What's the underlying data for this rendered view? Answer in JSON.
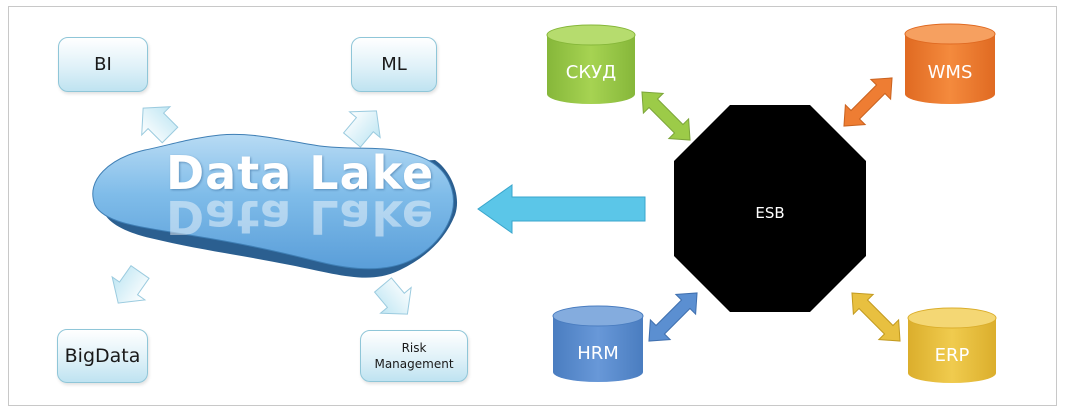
{
  "diagram": {
    "lake": {
      "title": "Data Lake"
    },
    "outputs": {
      "bi": "BI",
      "ml": "ML",
      "bigdata": "BigData",
      "risk_line1": "Risk",
      "risk_line2": "Management"
    },
    "hub": {
      "label": "ESB"
    },
    "sources": {
      "skud": {
        "label": "СКУД",
        "color": "#9ccb48"
      },
      "wms": {
        "label": "WMS",
        "color": "#ee7d33"
      },
      "hrm": {
        "label": "HRM",
        "color": "#5b8fd1"
      },
      "erp": {
        "label": "ERP",
        "color": "#e8c040"
      }
    },
    "colors": {
      "lake": "#7fbce9",
      "lake_edge": "#2b5f90",
      "arrow_main": "#5bc6e8",
      "hub": "#000000"
    }
  }
}
